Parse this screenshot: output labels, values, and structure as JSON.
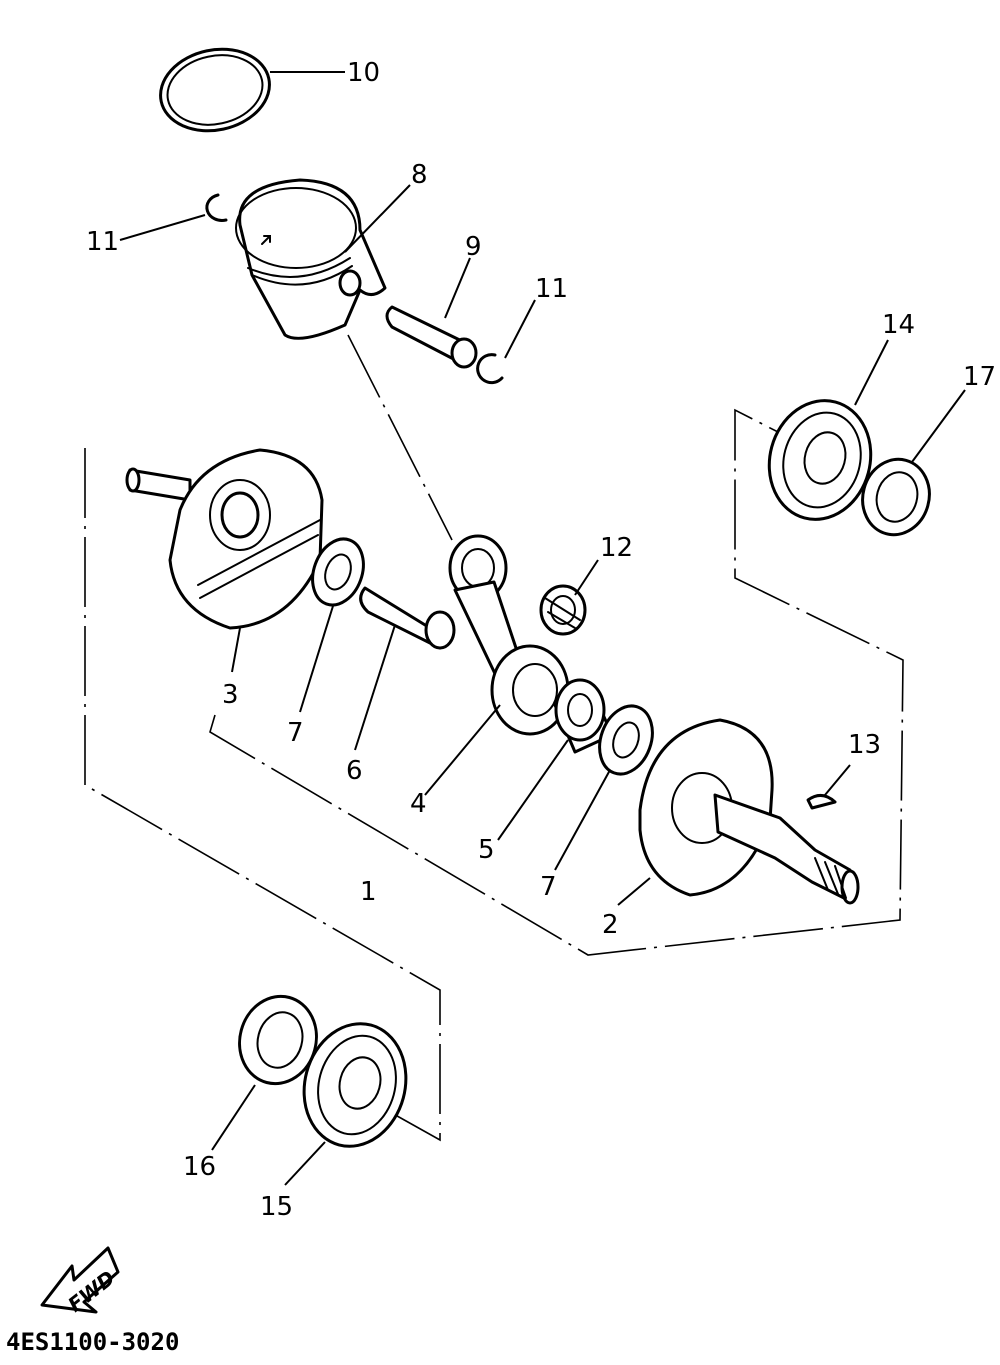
{
  "diagram": {
    "drawing_code": "4ES1100-3020",
    "direction_label": "FWD",
    "callouts": {
      "c1": "1",
      "c2": "2",
      "c3": "3",
      "c4": "4",
      "c5": "5",
      "c6": "6",
      "c7a": "7",
      "c7b": "7",
      "c8": "8",
      "c9": "9",
      "c10": "10",
      "c11a": "11",
      "c11b": "11",
      "c12": "12",
      "c13": "13",
      "c14": "14",
      "c15": "15",
      "c16": "16",
      "c17": "17"
    }
  }
}
